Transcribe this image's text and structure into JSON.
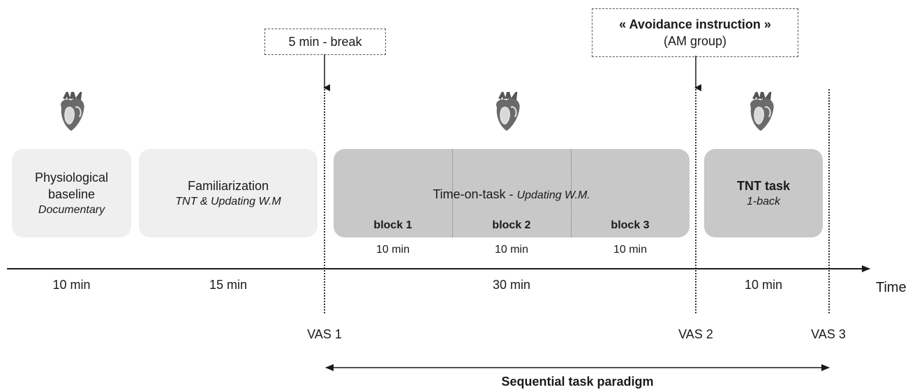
{
  "callouts": {
    "break": "5 min - break",
    "avoidance_title": "« Avoidance instruction »",
    "avoidance_sub": "(AM group)"
  },
  "phases": {
    "baseline": {
      "line1": "Physiological",
      "line2": "baseline",
      "sub": "Documentary",
      "duration": "10 min"
    },
    "familiarization": {
      "title": "Familiarization",
      "sub": "TNT & Updating W.M",
      "duration": "15 min"
    },
    "time_on_task": {
      "title": "Time-on-task - ",
      "title_italic": "Updating W.M.",
      "duration": "30 min",
      "blocks": [
        {
          "label": "block 1",
          "duration": "10 min"
        },
        {
          "label": "block 2",
          "duration": "10 min"
        },
        {
          "label": "block 3",
          "duration": "10 min"
        }
      ]
    },
    "tnt": {
      "title": "TNT task",
      "sub": "1-back",
      "duration": "10 min"
    }
  },
  "axis": {
    "label": "Time"
  },
  "markers": [
    "VAS 1",
    "VAS 2",
    "VAS 3"
  ],
  "paradigm_label": "Sequential task paradigm",
  "icons": [
    "heart-icon",
    "heart-icon",
    "heart-icon"
  ],
  "colors": {
    "light_box": "#efefef",
    "dark_box": "#c8c8c8",
    "heart_dark": "#555555",
    "heart_light": "#d9d9d9"
  }
}
